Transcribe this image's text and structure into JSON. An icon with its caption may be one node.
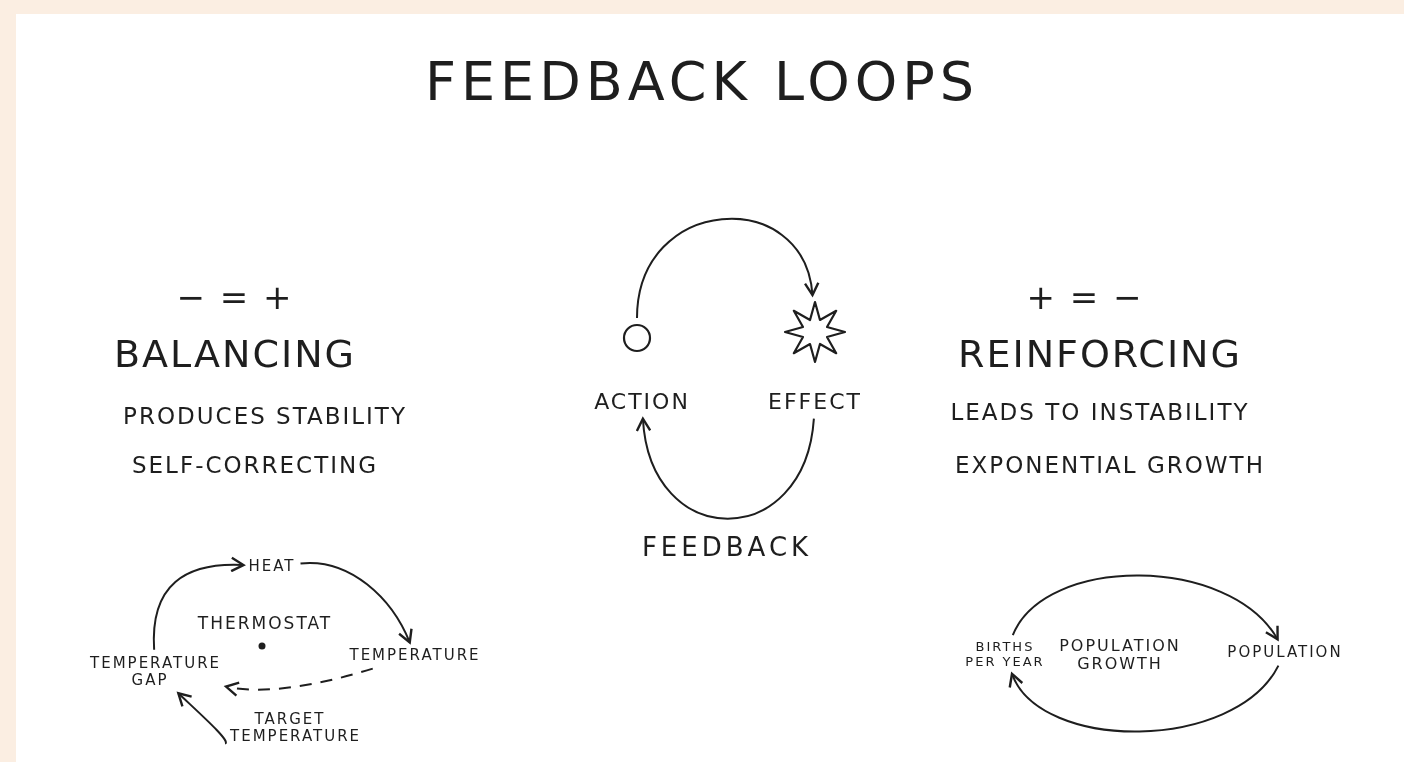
{
  "diagram": {
    "title": "FEEDBACK LOOPS",
    "nodes": [
      {
        "text": [],
        "shape": "circle"
      },
      {
        "text": [],
        "shape": "star"
      },
      {
        "text": [
          "ACTION"
        ]
      },
      {
        "text": [
          "EFFECT"
        ]
      },
      {
        "text": [
          "HEAT"
        ]
      },
      {
        "text": [
          "TEMPERATURE"
        ]
      },
      {
        "text": [
          "TEMPERATURE GAP"
        ]
      },
      {
        "text": [
          "TARGET TEMPERATURE"
        ]
      },
      {
        "text": [
          "BIRTHS PER YEAR"
        ]
      },
      {
        "text": [
          "POPULATION"
        ]
      }
    ],
    "edges": [
      {
        "from": 0,
        "to": 1,
        "arrow": "to"
      },
      {
        "from": 3,
        "to": 2,
        "arrow": "to",
        "label": "FEEDBACK"
      },
      {
        "from": 6,
        "to": 4,
        "arrow": "to"
      },
      {
        "from": 4,
        "to": 5,
        "arrow": "to"
      },
      {
        "from": 5,
        "to": 6,
        "arrow": "to",
        "style": "dashed"
      },
      {
        "from": 7,
        "to": 6,
        "arrow": "to"
      },
      {
        "from": 8,
        "to": 9,
        "arrow": "to"
      },
      {
        "from": 9,
        "to": 8,
        "arrow": "to"
      }
    ],
    "labels": [
      "− = +",
      "BALANCING",
      "PRODUCES STABILITY",
      "SELF-CORRECTING",
      "+ = −",
      "REINFORCING",
      "LEADS TO INSTABILITY",
      "EXPONENTIAL GROWTH",
      "THERMOSTAT",
      "POPULATION GROWTH"
    ]
  }
}
